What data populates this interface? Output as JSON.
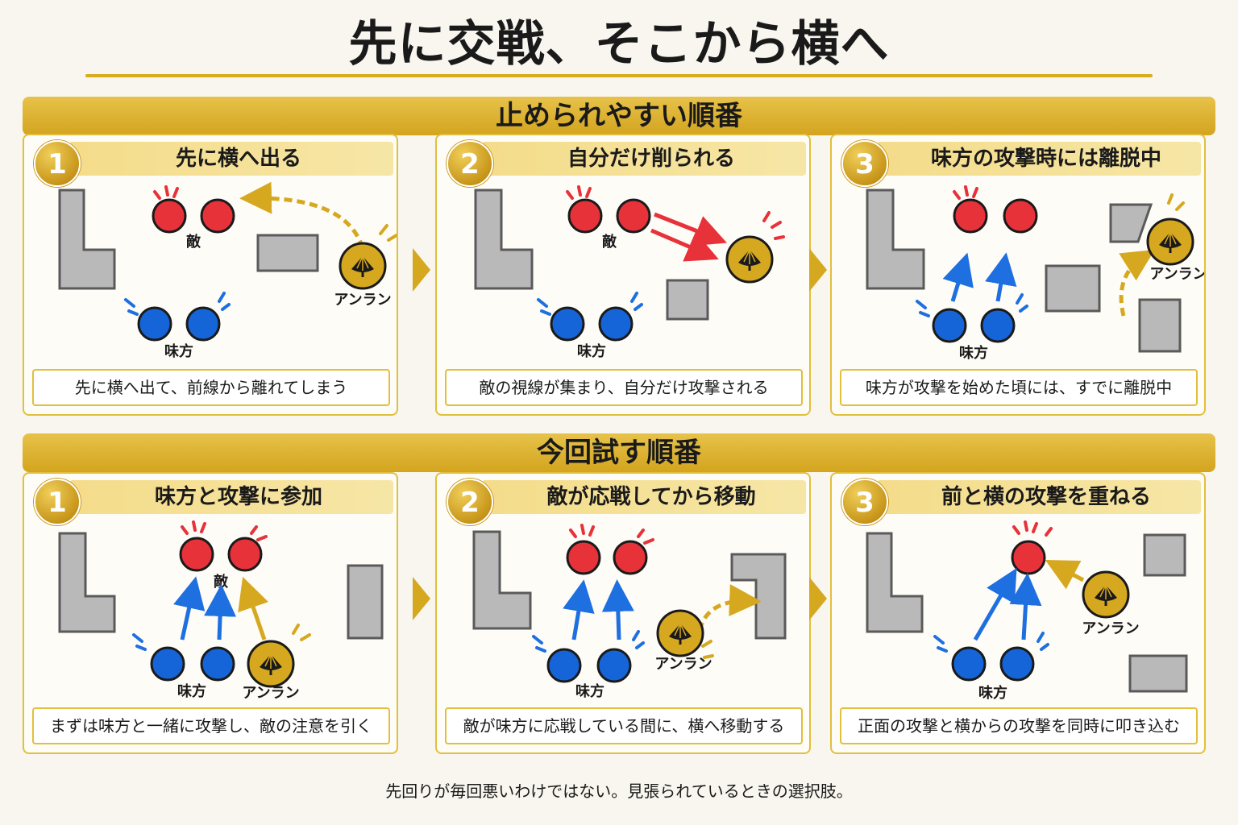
{
  "title": "先に交戦、そこから横へ",
  "sections": [
    {
      "heading": "止められやすい順番",
      "steps": [
        {
          "number": "1",
          "title": "先に横へ出る",
          "caption": "先に横へ出て、前線から離れてしまう",
          "labels": {
            "enemy": "敵",
            "ally": "味方",
            "annran": "アンラン"
          }
        },
        {
          "number": "2",
          "title": "自分だけ削られる",
          "caption": "敵の視線が集まり、自分だけ攻撃される",
          "labels": {
            "enemy": "敵",
            "ally": "味方"
          }
        },
        {
          "number": "3",
          "title": "味方の攻撃時には離脱中",
          "caption": "味方が攻撃を始めた頃には、すでに離脱中",
          "labels": {
            "ally": "味方",
            "annran": "アンラン"
          }
        }
      ]
    },
    {
      "heading": "今回試す順番",
      "steps": [
        {
          "number": "1",
          "title": "味方と攻撃に参加",
          "caption": "まずは味方と一緒に攻撃し、敵の注意を引く",
          "labels": {
            "enemy": "敵",
            "ally": "味方",
            "annran": "アンラン"
          }
        },
        {
          "number": "2",
          "title": "敵が応戦してから移動",
          "caption": "敵が味方に応戦している間に、横へ移動する",
          "labels": {
            "ally": "味方",
            "annran": "アンラン"
          }
        },
        {
          "number": "3",
          "title": "前と横の攻撃を重ねる",
          "caption": "正面の攻撃と横からの攻撃を同時に叩き込む",
          "labels": {
            "ally": "味方",
            "annran": "アンラン"
          }
        }
      ]
    }
  ],
  "footer": "先回りが毎回悪いわけではない。見張られているときの選択肢。",
  "colors": {
    "enemy": "#e8323a",
    "ally": "#1565d8",
    "gold": "#d6a820",
    "wall": "#b9b9b9",
    "wall_stroke": "#5a5a5a"
  }
}
